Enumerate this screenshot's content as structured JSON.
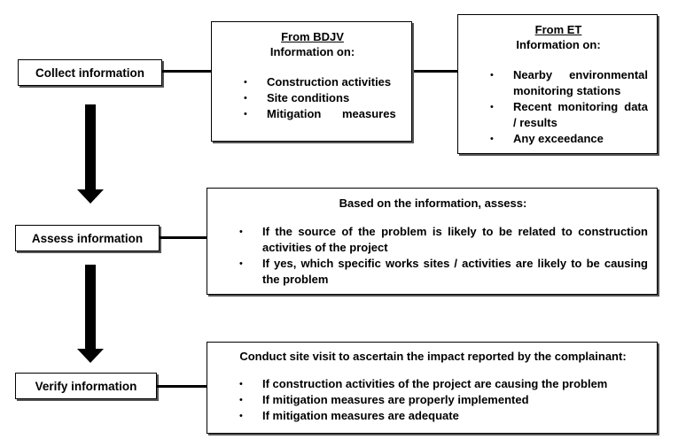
{
  "steps": {
    "collect": "Collect information",
    "assess": "Assess information",
    "verify": "Verify information"
  },
  "bdjv_box": {
    "title": "From BDJV",
    "subtitle": "Information on:",
    "items": [
      "Construction activities",
      "Site conditions",
      "Mitigation measures"
    ]
  },
  "et_box": {
    "title": "From ET",
    "subtitle": "Information on:",
    "items": [
      "Nearby environmental monitoring stations",
      "Recent monitoring data / results",
      "Any exceedance"
    ]
  },
  "assess_box": {
    "title": "Based on the information, assess:",
    "items": [
      "If the source of the problem is likely to be related to construction activities of the project",
      "If yes, which specific works sites / activities are likely to be causing the problem"
    ]
  },
  "verify_box": {
    "title": "Conduct site visit to ascertain the impact reported by the complainant:",
    "items": [
      "If construction activities of the project are causing the problem",
      "If mitigation measures are properly implemented",
      "If mitigation measures are adequate"
    ]
  },
  "bullet_glyph": "•",
  "colors": {
    "border": "#000000",
    "shadow": "#555555",
    "background": "#ffffff"
  }
}
